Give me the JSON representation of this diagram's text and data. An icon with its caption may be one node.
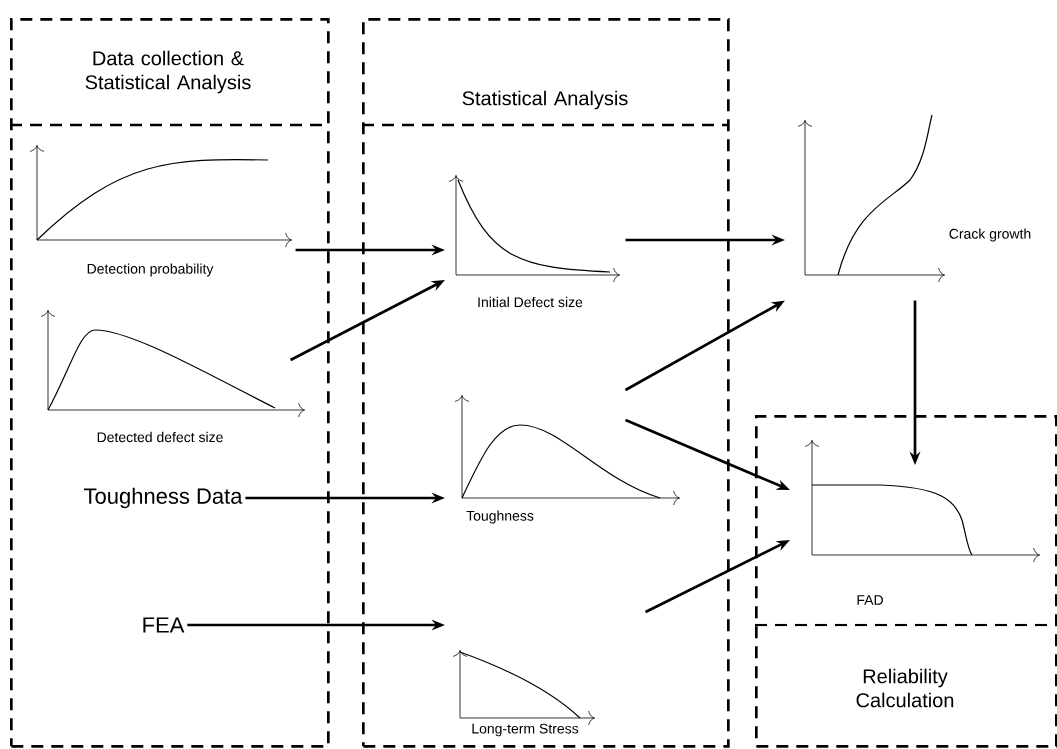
{
  "diagram": {
    "nodes": [
      {
        "text": [
          "Data collection & Statistical Analysis"
        ]
      },
      {
        "text": [
          "Statistical Analysis"
        ]
      },
      {
        "text": [
          "Reliability Calculation"
        ]
      },
      {
        "text": [
          "Detection probability"
        ],
        "in": 0
      },
      {
        "text": [
          "Detected defect size"
        ],
        "in": 0
      },
      {
        "text": [
          "Toughness Data"
        ],
        "in": 0
      },
      {
        "text": [
          "FEA"
        ],
        "in": 0
      },
      {
        "text": [
          "Initial Defect size"
        ],
        "in": 1
      },
      {
        "text": [
          "Toughness"
        ],
        "in": 1
      },
      {
        "text": [
          "Long-term Stress"
        ],
        "in": 1
      },
      {
        "text": [
          "Crack growth"
        ]
      },
      {
        "text": [
          "FAD"
        ],
        "in": 2
      }
    ],
    "edges": [
      {
        "from": 3,
        "to": 7,
        "arrow": "to"
      },
      {
        "from": 4,
        "to": 7,
        "arrow": "to"
      },
      {
        "from": 5,
        "to": 8,
        "arrow": "to"
      },
      {
        "from": 6,
        "to": 9,
        "arrow": "to"
      },
      {
        "from": 7,
        "to": 10,
        "arrow": "to"
      },
      {
        "from": 8,
        "to": 10,
        "arrow": "to"
      },
      {
        "from": 8,
        "to": 11,
        "arrow": "to"
      },
      {
        "from": 9,
        "to": 11,
        "arrow": "to"
      },
      {
        "from": 10,
        "to": 11,
        "arrow": "to"
      }
    ]
  }
}
